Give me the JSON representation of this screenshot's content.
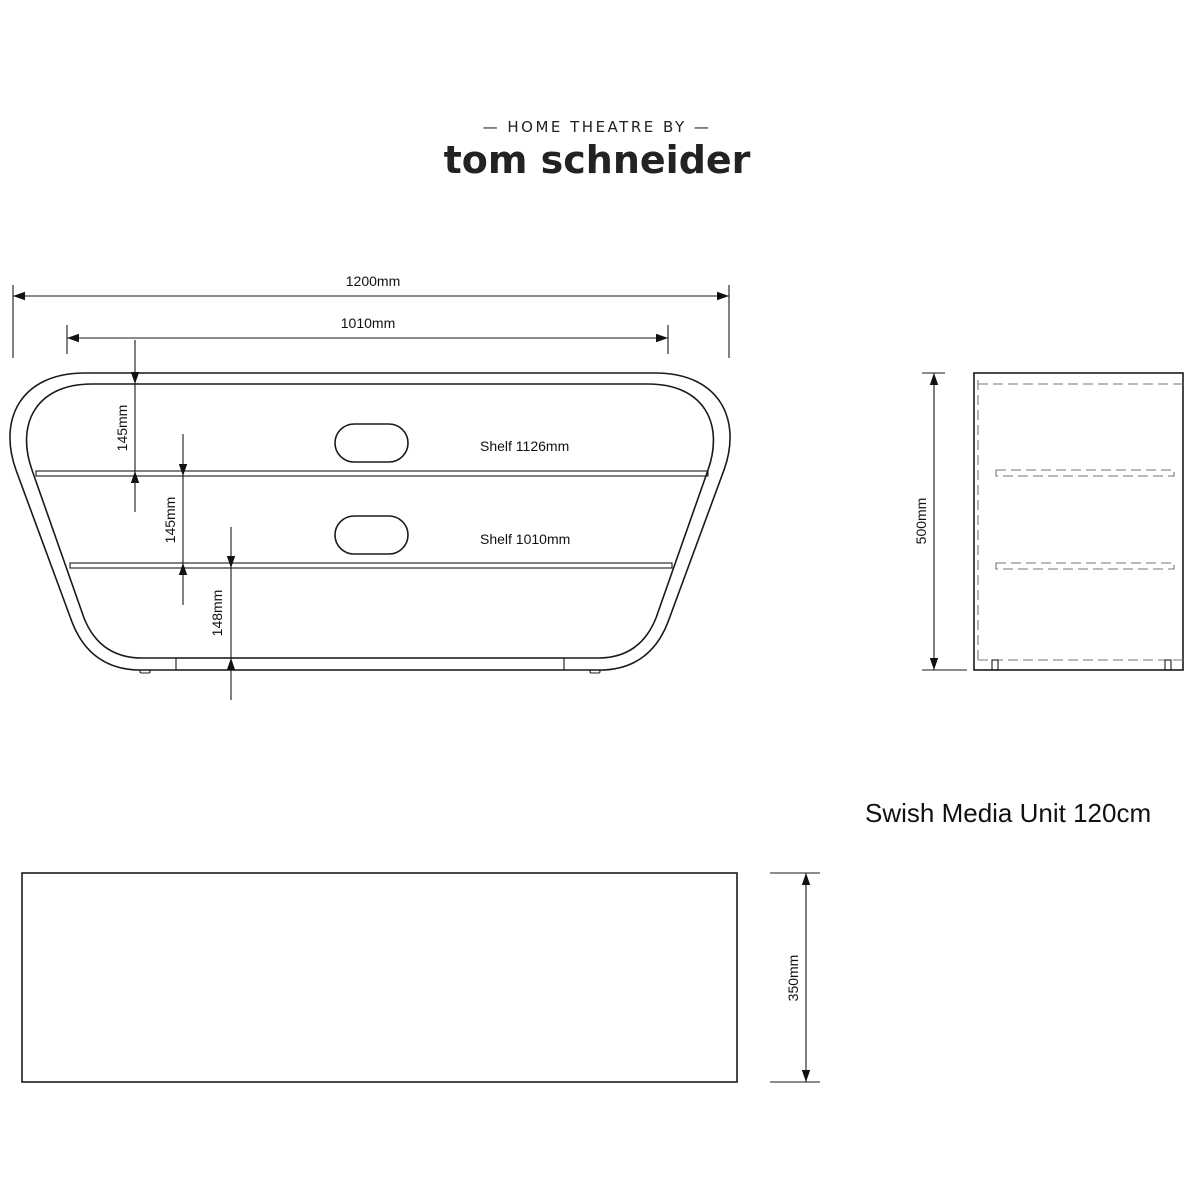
{
  "brand": {
    "subtitle": "— HOME THEATRE BY —",
    "name": "tom schneider"
  },
  "product_title": "Swish Media Unit 120cm",
  "front_view": {
    "overall_width": "1200mm",
    "inner_width": "1010mm",
    "top_gap": "145mm",
    "middle_gap": "145mm",
    "bottom_gap": "148mm",
    "shelf_top_label": "Shelf 1126mm",
    "shelf_bottom_label": "Shelf 1010mm"
  },
  "side_view": {
    "height": "500mm"
  },
  "top_view": {
    "depth": "350mm"
  }
}
